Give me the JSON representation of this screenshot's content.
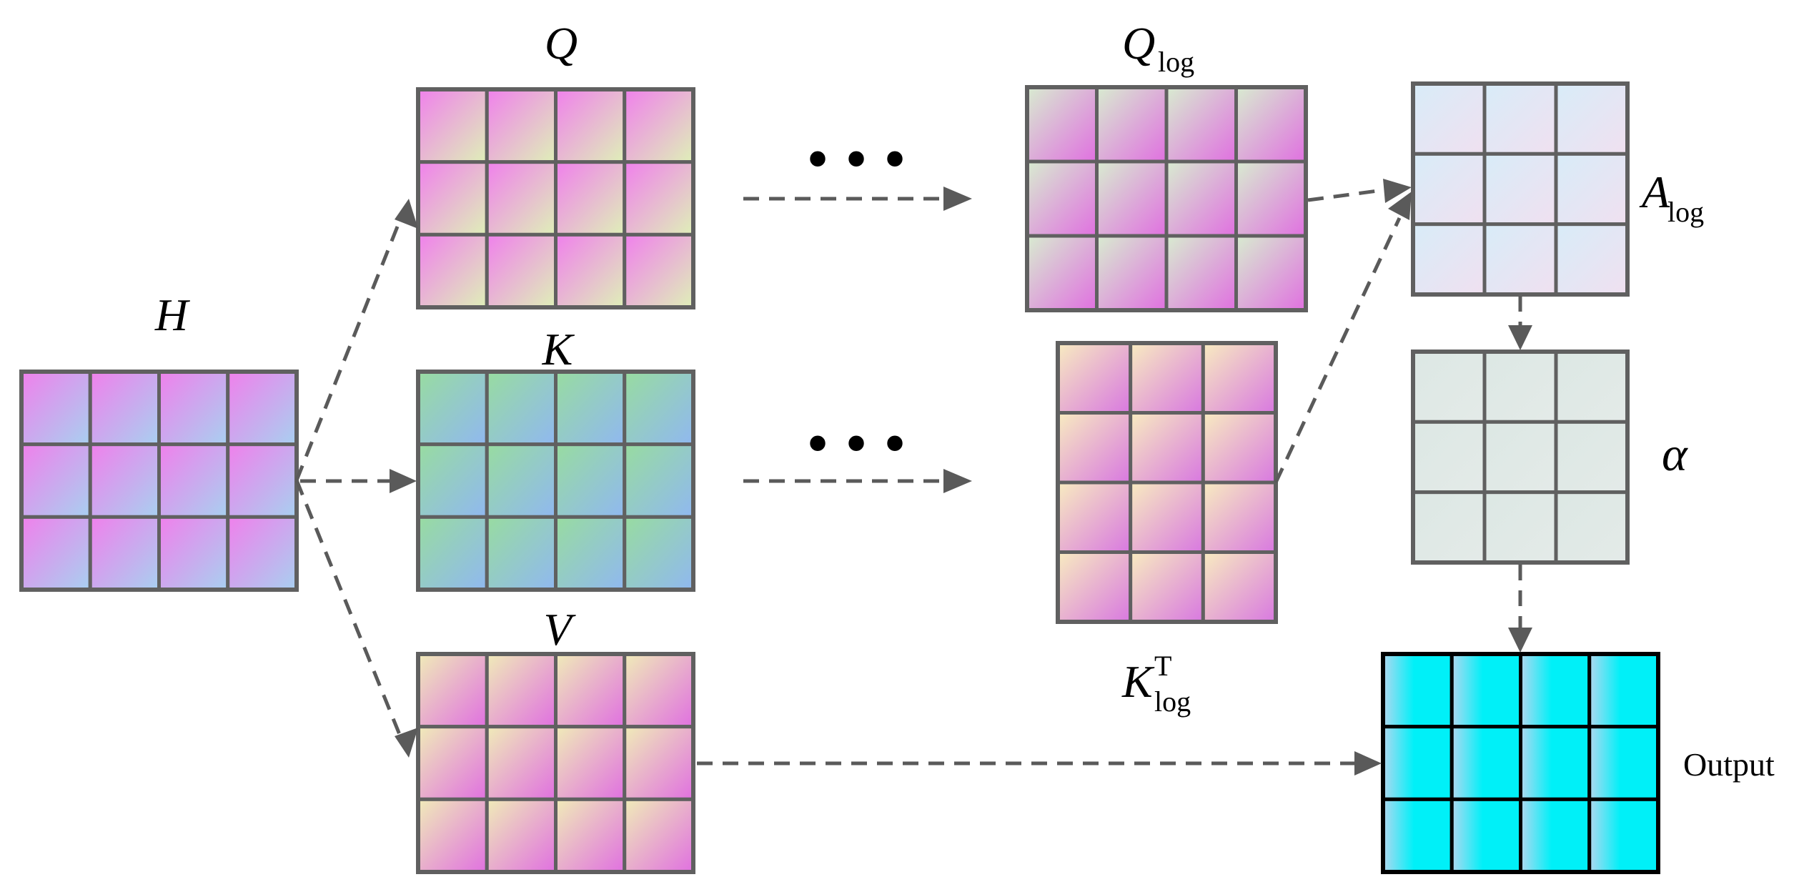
{
  "matrices": {
    "H": {
      "label": "H",
      "rows": 3,
      "cols": 4,
      "colors": [
        "#f080ec",
        "#a8d0f0"
      ]
    },
    "Q": {
      "label": "Q",
      "rows": 3,
      "cols": 4,
      "colors": [
        "#f080ec",
        "#dff0b8"
      ]
    },
    "K": {
      "label": "K",
      "rows": 3,
      "cols": 4,
      "colors": [
        "#98dca0",
        "#90b8f0"
      ]
    },
    "V": {
      "label": "V",
      "rows": 3,
      "cols": 4,
      "colors": [
        "#f0ecb8",
        "#e070e0"
      ]
    },
    "Q_log": {
      "label": "Q",
      "subscript": "log",
      "rows": 3,
      "cols": 4,
      "colors": [
        "#d8ecd0",
        "#e070e0"
      ]
    },
    "K_log_T": {
      "label": "K",
      "subscript": "log",
      "superscript": "T",
      "rows": 4,
      "cols": 3,
      "colors": [
        "#f8ecc0",
        "#d878e0"
      ]
    },
    "A_log": {
      "label": "A",
      "subscript": "log",
      "rows": 3,
      "cols": 3,
      "colors": [
        "#d8ecf8",
        "#f0e0f0"
      ]
    },
    "alpha": {
      "label": "α",
      "rows": 3,
      "cols": 3,
      "colors": [
        "#dce8e4",
        "#e4eae8"
      ]
    },
    "output": {
      "label": "Output",
      "rows": 3,
      "cols": 4,
      "colors": [
        "#00f0f8",
        "#b0d8f0"
      ]
    }
  },
  "ellipsis": "• • •",
  "colors": {
    "grid_stroke": "#606060",
    "output_stroke": "#000000",
    "edge": "#5a5a5a"
  }
}
